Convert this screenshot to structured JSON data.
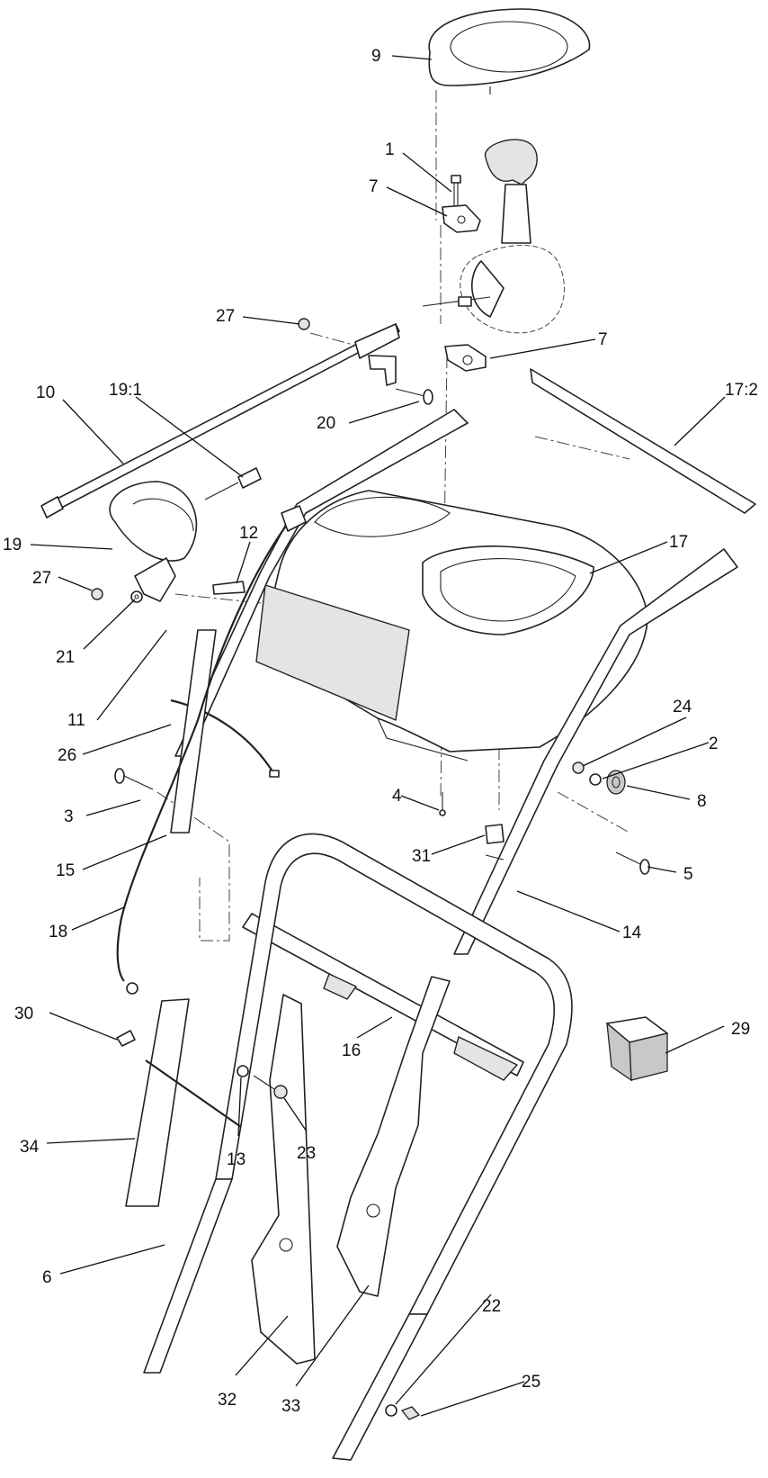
{
  "callouts": [
    {
      "id": "9",
      "text": "9"
    },
    {
      "id": "1",
      "text": "1"
    },
    {
      "id": "7a",
      "text": "7"
    },
    {
      "id": "27a",
      "text": "27"
    },
    {
      "id": "7b",
      "text": "7"
    },
    {
      "id": "10",
      "text": "10"
    },
    {
      "id": "19_1",
      "text": "19:1"
    },
    {
      "id": "20",
      "text": "20"
    },
    {
      "id": "17_2",
      "text": "17:2"
    },
    {
      "id": "19",
      "text": "19"
    },
    {
      "id": "12",
      "text": "12"
    },
    {
      "id": "17",
      "text": "17"
    },
    {
      "id": "27b",
      "text": "27"
    },
    {
      "id": "21",
      "text": "21"
    },
    {
      "id": "11",
      "text": "11"
    },
    {
      "id": "24",
      "text": "24"
    },
    {
      "id": "2",
      "text": "2"
    },
    {
      "id": "26",
      "text": "26"
    },
    {
      "id": "8",
      "text": "8"
    },
    {
      "id": "4",
      "text": "4"
    },
    {
      "id": "3",
      "text": "3"
    },
    {
      "id": "31",
      "text": "31"
    },
    {
      "id": "15",
      "text": "15"
    },
    {
      "id": "5",
      "text": "5"
    },
    {
      "id": "18",
      "text": "18"
    },
    {
      "id": "14",
      "text": "14"
    },
    {
      "id": "30",
      "text": "30"
    },
    {
      "id": "29",
      "text": "29"
    },
    {
      "id": "16",
      "text": "16"
    },
    {
      "id": "34",
      "text": "34"
    },
    {
      "id": "13",
      "text": "13"
    },
    {
      "id": "23",
      "text": "23"
    },
    {
      "id": "6",
      "text": "6"
    },
    {
      "id": "22",
      "text": "22"
    },
    {
      "id": "25",
      "text": "25"
    },
    {
      "id": "32",
      "text": "32"
    },
    {
      "id": "33",
      "text": "33"
    }
  ]
}
